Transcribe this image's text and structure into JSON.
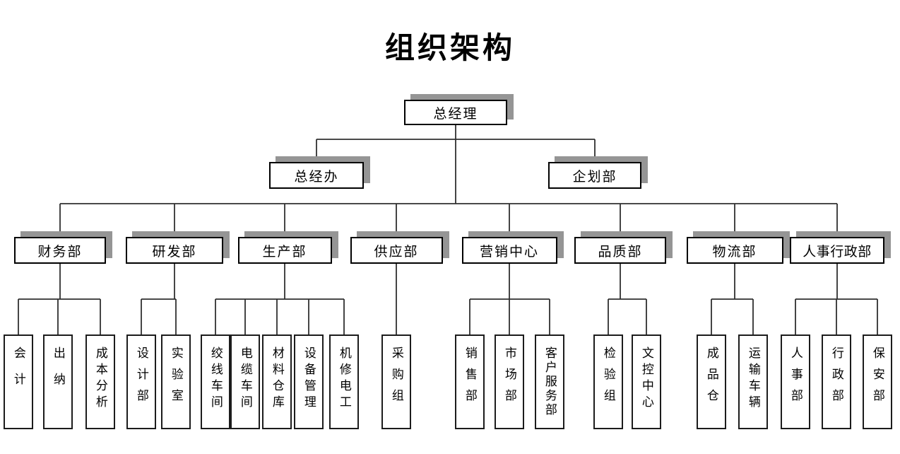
{
  "title": "组织架构",
  "colors": {
    "background": "#ffffff",
    "box_fill": "#ffffff",
    "box_border": "#000000",
    "box_shadow": "#959595",
    "line": "#303030",
    "text": "#000000"
  },
  "org": {
    "root": {
      "label": "总经理"
    },
    "staff": [
      {
        "label": "总经办"
      },
      {
        "label": "企划部"
      }
    ],
    "departments": [
      {
        "label": "财务部",
        "children": [
          {
            "label": "会计"
          },
          {
            "label": "出纳"
          },
          {
            "label": "成本分析"
          }
        ]
      },
      {
        "label": "研发部",
        "children": [
          {
            "label": "设计部"
          },
          {
            "label": "实验室"
          }
        ]
      },
      {
        "label": "生产部",
        "children": [
          {
            "label": "绞线车间"
          },
          {
            "label": "电缆车间"
          },
          {
            "label": "材料仓库"
          },
          {
            "label": "设备管理"
          },
          {
            "label": "机修电工"
          }
        ]
      },
      {
        "label": "供应部",
        "children": [
          {
            "label": "采购组"
          }
        ]
      },
      {
        "label": "营销中心",
        "children": [
          {
            "label": "销售部"
          },
          {
            "label": "市场部"
          },
          {
            "label": "客户服务部"
          }
        ]
      },
      {
        "label": "品质部",
        "children": [
          {
            "label": "检验组"
          },
          {
            "label": "文控中心"
          }
        ]
      },
      {
        "label": "物流部",
        "children": [
          {
            "label": "成品仓"
          },
          {
            "label": "运输车辆"
          }
        ]
      },
      {
        "label": "人事行政部",
        "children": [
          {
            "label": "人事部"
          },
          {
            "label": "行政部"
          },
          {
            "label": "保安部"
          }
        ]
      }
    ]
  }
}
